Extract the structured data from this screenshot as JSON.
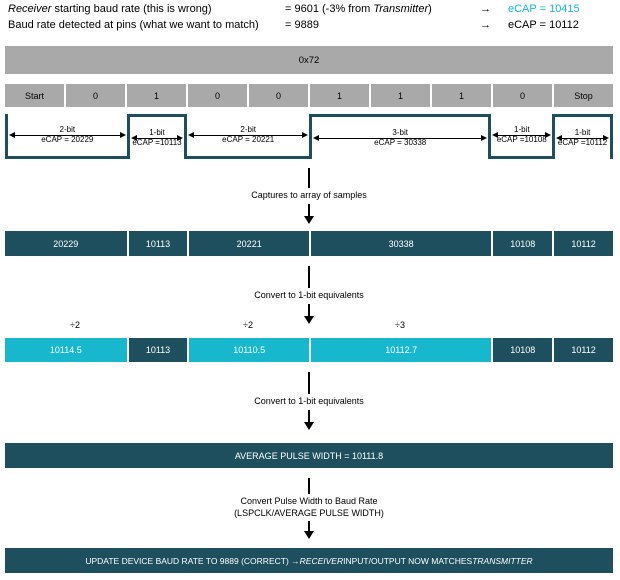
{
  "colors": {
    "dark_teal": "#1e4f5e",
    "cyan": "#17b8cd",
    "gray": "#a9a9a9"
  },
  "header": {
    "line1": {
      "label_italic": "Receiver",
      "label_rest": " starting baud rate (this is wrong)",
      "value_prefix": "= 9601 (-3% from ",
      "value_italic": "Transmitter",
      "value_suffix": ")",
      "arrow": "→",
      "ecap": "eCAP = 10415"
    },
    "line2": {
      "label": "Baud rate detected at pins (what we want to match)",
      "value": "= 9889",
      "arrow": "→",
      "ecap": "eCAP = 10112"
    }
  },
  "byte_bar": {
    "label": "0x72"
  },
  "bit_row": {
    "cells": [
      "Start",
      "0",
      "1",
      "0",
      "0",
      "1",
      "1",
      "1",
      "0",
      "Stop"
    ]
  },
  "waveform": {
    "segments": [
      {
        "bits": "2-bit",
        "ecap": "eCAP = 20229",
        "level": "low"
      },
      {
        "bits": "1-bit",
        "ecap": "eCAP =10113",
        "level": "high"
      },
      {
        "bits": "2-bit",
        "ecap": "eCAP = 20221",
        "level": "low"
      },
      {
        "bits": "3-bit",
        "ecap": "eCAP = 30338",
        "level": "high"
      },
      {
        "bits": "1-bit",
        "ecap": "eCAP =10108",
        "level": "low"
      },
      {
        "bits": "1-bit",
        "ecap": "eCAP =10112",
        "level": "high"
      }
    ]
  },
  "arrows": {
    "capture": "Captures to array of samples",
    "convert1": "Convert to 1-bit equivalents",
    "convert2": "Convert to 1-bit equivalents",
    "baud_line1": "Convert Pulse Width to Baud Rate",
    "baud_line2": "(LSPCLK/AVERAGE PULSE WIDTH)"
  },
  "samples_bar": {
    "cells": [
      "20229",
      "10113",
      "20221",
      "30338",
      "10108",
      "10112"
    ]
  },
  "divisors": [
    "÷2",
    "÷2",
    "÷3"
  ],
  "converted_bar": {
    "cells": [
      "10114.5",
      "10113",
      "10110.5",
      "10112.7",
      "10108",
      "10112"
    ]
  },
  "average_bar": {
    "label": "AVERAGE PULSE WIDTH = 10111.8"
  },
  "final_bar": {
    "prefix": "UPDATE DEVICE BAUD RATE TO 9889 (CORRECT) → ",
    "italic1": "RECEIVER",
    "middle": " INPUT/OUTPUT NOW MATCHES ",
    "italic2": "TRANSMITTER"
  }
}
